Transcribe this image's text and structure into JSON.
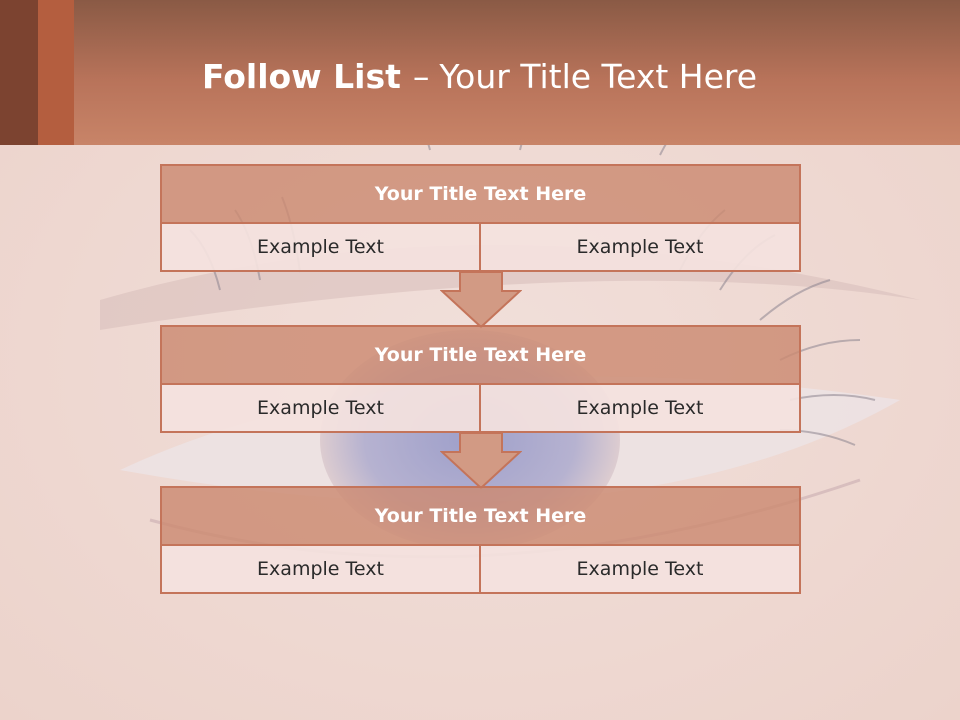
{
  "slide": {
    "title_bold": "Follow List",
    "title_dash": "–",
    "title_rest": "Your Title Text Here"
  },
  "blocks": [
    {
      "title": "Your Title Text Here",
      "left_text": "Example Text",
      "right_text": "Example Text"
    },
    {
      "title": "Your Title Text Here",
      "left_text": "Example Text",
      "right_text": "Example Text"
    },
    {
      "title": "Your Title Text Here",
      "left_text": "Example Text",
      "right_text": "Example Text"
    }
  ],
  "colors": {
    "header": "#b8735a",
    "accent_dark": "#7c4330",
    "accent_mid": "#b45e3f",
    "box_fill": "#cc8a72",
    "box_border": "#c4745a",
    "cell_fill": "#f4e2de",
    "background": "#f1dcd6"
  }
}
